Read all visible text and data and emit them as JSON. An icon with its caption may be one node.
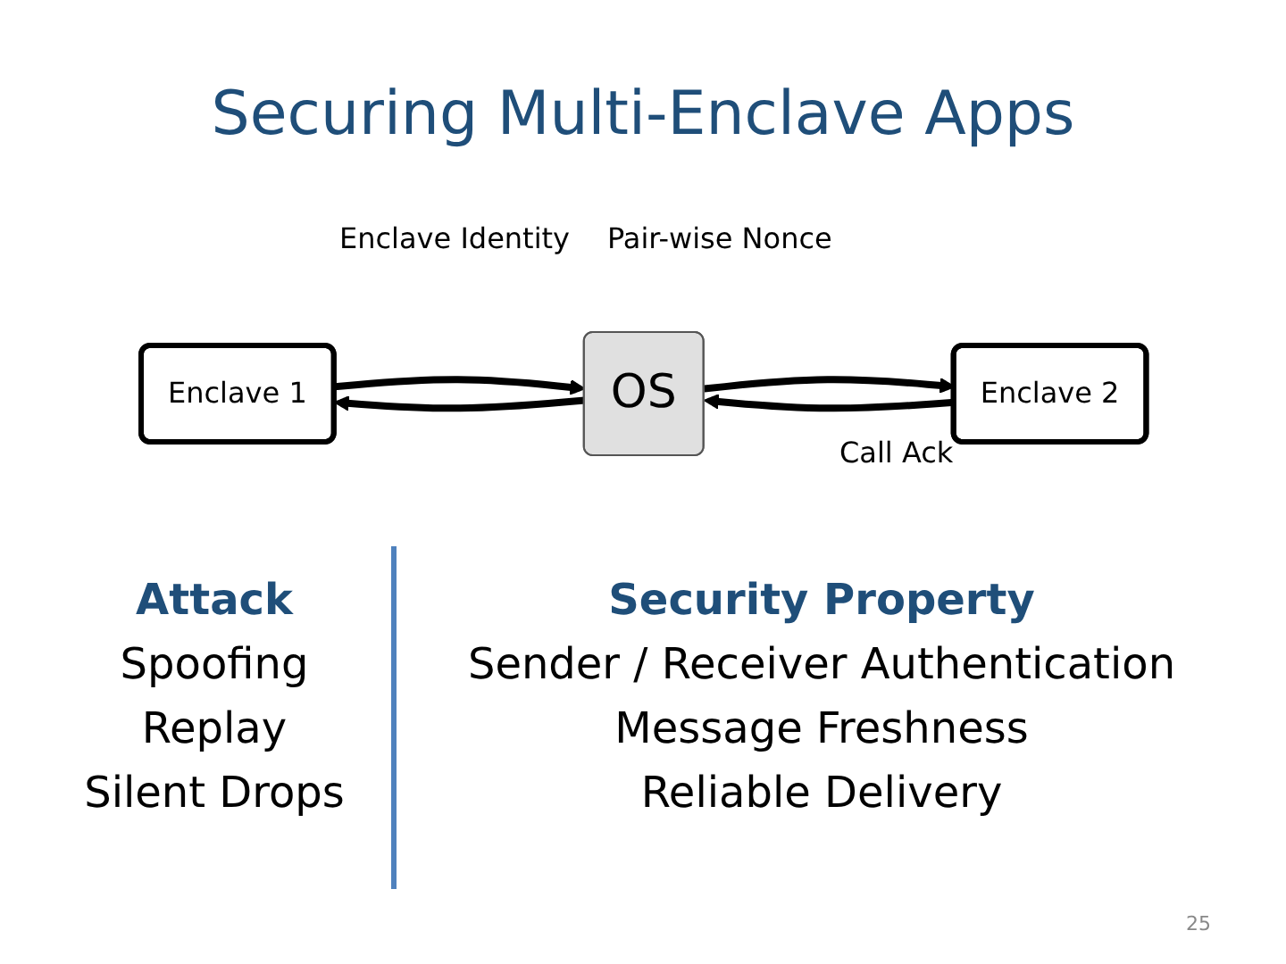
{
  "diagram": {
    "title": "Securing Multi-Enclave Apps",
    "nodes": [
      {
        "text": [
          "Enclave 1"
        ]
      },
      {
        "text": [
          "OS"
        ]
      },
      {
        "text": [
          "Enclave  2"
        ]
      }
    ],
    "edges": [
      {
        "from": 0,
        "to": 1,
        "arrow": "to"
      },
      {
        "from": 1,
        "to": 0,
        "arrow": "to"
      },
      {
        "from": 1,
        "to": 2,
        "arrow": "to"
      },
      {
        "from": 2,
        "to": 1,
        "arrow": "to"
      }
    ],
    "labels": [
      "Enclave Identity",
      "Pair-wise Nonce",
      "Call Ack",
      "Attack",
      "Security Property",
      "Spoofing",
      "Sender / Receiver Authentication",
      "Replay",
      "Message Freshness",
      "Silent Drops",
      "Reliable Delivery",
      "25"
    ]
  }
}
